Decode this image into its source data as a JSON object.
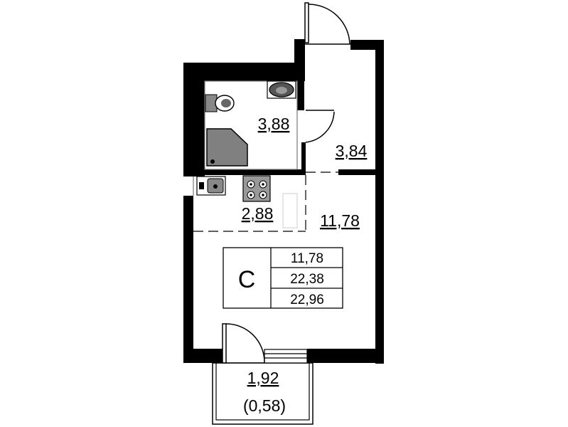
{
  "rooms": {
    "bathroom_area": "3,88",
    "hall_area": "3,84",
    "kitchen_area": "2,88",
    "living_area": "11,78",
    "balcony_area": "1,92",
    "balcony_coef_area": "(0,58)"
  },
  "summary": {
    "type_letter": "C",
    "living_area": "11,78",
    "total_area": "22,38",
    "total_with_balcony": "22,96"
  },
  "colors": {
    "wall": "#000000",
    "fixture_fill": "#808080",
    "background": "#ffffff"
  }
}
